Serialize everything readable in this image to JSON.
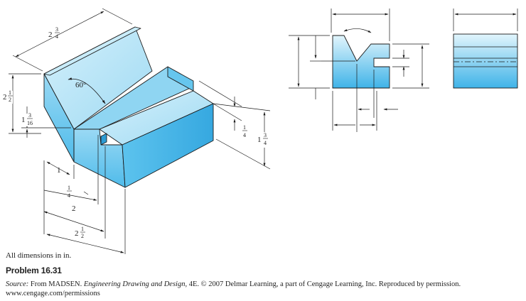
{
  "dims": {
    "w_2_3_4": {
      "whole": "2",
      "num": "3",
      "den": "4"
    },
    "h_2_1_2": {
      "whole": "2",
      "num": "1",
      "den": "2"
    },
    "h_1_3_16": {
      "whole": "1",
      "num": "3",
      "den": "16"
    },
    "angle": "60°",
    "q1": {
      "num": "1",
      "den": "4"
    },
    "h_1_3_4": {
      "whole": "1",
      "num": "3",
      "den": "4"
    },
    "one": "1",
    "q2": {
      "num": "1",
      "den": "4"
    },
    "two": "2",
    "l_2_1_2": {
      "whole": "2",
      "num": "1",
      "den": "2"
    }
  },
  "caption": {
    "note": "All dimensions in in.",
    "problem": "Problem 16.31",
    "source_label": "Source:",
    "source_pre": " From MADSEN. ",
    "source_title": "Engineering Drawing and Design,",
    "source_post": " 4E. © 2007 Delmar Learning, a part of Cengage Learning, Inc. Reproduced by permission.",
    "url": "www.cengage.com/permissions"
  },
  "colors": {
    "face_top": "#bfe6f5",
    "face_front": "#6cc9ee",
    "face_side": "#45b4e6",
    "line": "#1a1a1a"
  }
}
